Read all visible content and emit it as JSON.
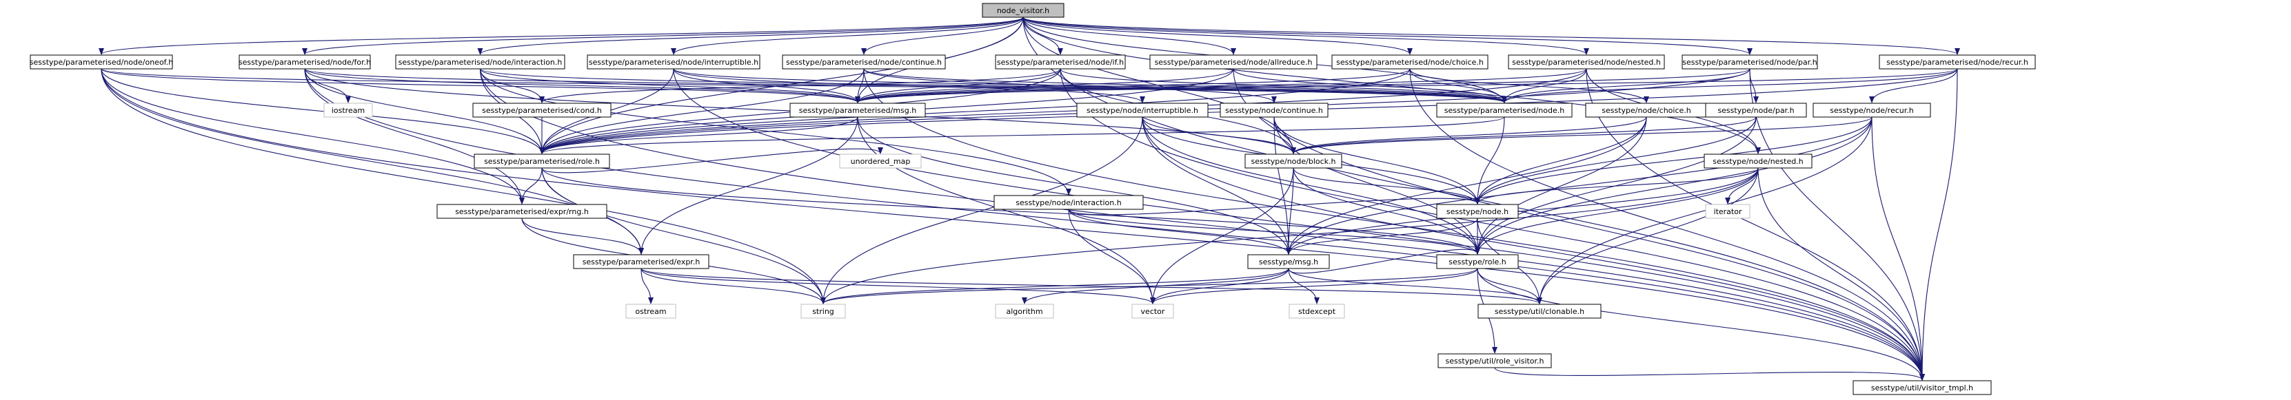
{
  "graph": {
    "colors": {
      "edge": "#191970",
      "root_fill": "#bfbfbf",
      "file_fill": "#ffffff",
      "file_border": "#000000",
      "system_border": "#bfbfbf",
      "system_text": "#555555"
    },
    "nodes": [
      {
        "id": "root",
        "label": "node_visitor.h",
        "kind": "root"
      },
      {
        "id": "p_oneof",
        "label": "sesstype/parameterised/node/oneof.h",
        "kind": "file"
      },
      {
        "id": "p_for",
        "label": "sesstype/parameterised/node/for.h",
        "kind": "file"
      },
      {
        "id": "p_interaction",
        "label": "sesstype/parameterised/node/interaction.h",
        "kind": "file"
      },
      {
        "id": "p_interruptible",
        "label": "sesstype/parameterised/node/interruptible.h",
        "kind": "file"
      },
      {
        "id": "p_continue",
        "label": "sesstype/parameterised/node/continue.h",
        "kind": "file"
      },
      {
        "id": "p_if",
        "label": "sesstype/parameterised/node/if.h",
        "kind": "file"
      },
      {
        "id": "p_allreduce",
        "label": "sesstype/parameterised/node/allreduce.h",
        "kind": "file"
      },
      {
        "id": "p_choice",
        "label": "sesstype/parameterised/node/choice.h",
        "kind": "file"
      },
      {
        "id": "p_nested",
        "label": "sesstype/parameterised/node/nested.h",
        "kind": "file"
      },
      {
        "id": "p_par",
        "label": "sesstype/parameterised/node/par.h",
        "kind": "file"
      },
      {
        "id": "p_recur",
        "label": "sesstype/parameterised/node/recur.h",
        "kind": "file"
      },
      {
        "id": "iostream",
        "label": "iostream",
        "kind": "system"
      },
      {
        "id": "p_cond",
        "label": "sesstype/parameterised/cond.h",
        "kind": "file"
      },
      {
        "id": "p_msg",
        "label": "sesstype/parameterised/msg.h",
        "kind": "file"
      },
      {
        "id": "n_interruptible",
        "label": "sesstype/node/interruptible.h",
        "kind": "file"
      },
      {
        "id": "n_continue",
        "label": "sesstype/node/continue.h",
        "kind": "file"
      },
      {
        "id": "p_node",
        "label": "sesstype/parameterised/node.h",
        "kind": "file"
      },
      {
        "id": "n_choice",
        "label": "sesstype/node/choice.h",
        "kind": "file"
      },
      {
        "id": "n_par",
        "label": "sesstype/node/par.h",
        "kind": "file"
      },
      {
        "id": "n_recur",
        "label": "sesstype/node/recur.h",
        "kind": "file"
      },
      {
        "id": "p_role",
        "label": "sesstype/parameterised/role.h",
        "kind": "file"
      },
      {
        "id": "unordered_map",
        "label": "unordered_map",
        "kind": "system"
      },
      {
        "id": "n_block",
        "label": "sesstype/node/block.h",
        "kind": "file"
      },
      {
        "id": "n_nested",
        "label": "sesstype/node/nested.h",
        "kind": "file"
      },
      {
        "id": "n_interaction",
        "label": "sesstype/node/interaction.h",
        "kind": "file"
      },
      {
        "id": "p_expr_rng",
        "label": "sesstype/parameterised/expr/rng.h",
        "kind": "file"
      },
      {
        "id": "node_h",
        "label": "sesstype/node.h",
        "kind": "file"
      },
      {
        "id": "iterator",
        "label": "iterator",
        "kind": "system"
      },
      {
        "id": "p_expr",
        "label": "sesstype/parameterised/expr.h",
        "kind": "file"
      },
      {
        "id": "msg_h",
        "label": "sesstype/msg.h",
        "kind": "file"
      },
      {
        "id": "role_h",
        "label": "sesstype/role.h",
        "kind": "file"
      },
      {
        "id": "ostream",
        "label": "ostream",
        "kind": "system"
      },
      {
        "id": "string",
        "label": "string",
        "kind": "system"
      },
      {
        "id": "algorithm",
        "label": "algorithm",
        "kind": "system"
      },
      {
        "id": "vector",
        "label": "vector",
        "kind": "system"
      },
      {
        "id": "stdexcept",
        "label": "stdexcept",
        "kind": "system"
      },
      {
        "id": "cloneable",
        "label": "sesstype/util/clonable.h",
        "kind": "file"
      },
      {
        "id": "role_visitor",
        "label": "sesstype/util/role_visitor.h",
        "kind": "file"
      },
      {
        "id": "visitor_tmpl",
        "label": "sesstype/util/visitor_tmpl.h",
        "kind": "file"
      }
    ],
    "edges": [
      [
        "root",
        "p_oneof"
      ],
      [
        "root",
        "p_for"
      ],
      [
        "root",
        "p_interaction"
      ],
      [
        "root",
        "p_interruptible"
      ],
      [
        "root",
        "p_continue"
      ],
      [
        "root",
        "p_if"
      ],
      [
        "root",
        "p_allreduce"
      ],
      [
        "root",
        "p_choice"
      ],
      [
        "root",
        "p_nested"
      ],
      [
        "root",
        "p_par"
      ],
      [
        "root",
        "p_recur"
      ],
      [
        "root",
        "p_msg"
      ],
      [
        "root",
        "p_node"
      ],
      [
        "root",
        "p_role"
      ],
      [
        "root",
        "n_block"
      ],
      [
        "root",
        "n_nested"
      ],
      [
        "root",
        "visitor_tmpl"
      ],
      [
        "p_oneof",
        "p_msg"
      ],
      [
        "p_oneof",
        "p_node"
      ],
      [
        "p_oneof",
        "p_role"
      ],
      [
        "p_oneof",
        "p_expr_rng"
      ],
      [
        "p_oneof",
        "p_expr"
      ],
      [
        "p_oneof",
        "string"
      ],
      [
        "p_oneof",
        "visitor_tmpl"
      ],
      [
        "p_for",
        "iostream"
      ],
      [
        "p_for",
        "p_msg"
      ],
      [
        "p_for",
        "p_node"
      ],
      [
        "p_for",
        "p_role"
      ],
      [
        "p_for",
        "p_expr_rng"
      ],
      [
        "p_for",
        "n_block"
      ],
      [
        "p_for",
        "visitor_tmpl"
      ],
      [
        "p_interaction",
        "p_cond"
      ],
      [
        "p_interaction",
        "p_msg"
      ],
      [
        "p_interaction",
        "p_node"
      ],
      [
        "p_interaction",
        "p_role"
      ],
      [
        "p_interaction",
        "n_interaction"
      ],
      [
        "p_interaction",
        "visitor_tmpl"
      ],
      [
        "p_interruptible",
        "p_msg"
      ],
      [
        "p_interruptible",
        "p_node"
      ],
      [
        "p_interruptible",
        "p_role"
      ],
      [
        "p_interruptible",
        "n_interruptible"
      ],
      [
        "p_interruptible",
        "visitor_tmpl"
      ],
      [
        "p_continue",
        "p_msg"
      ],
      [
        "p_continue",
        "p_node"
      ],
      [
        "p_continue",
        "p_role"
      ],
      [
        "p_continue",
        "n_continue"
      ],
      [
        "p_continue",
        "visitor_tmpl"
      ],
      [
        "p_if",
        "p_cond"
      ],
      [
        "p_if",
        "p_msg"
      ],
      [
        "p_if",
        "p_node"
      ],
      [
        "p_if",
        "p_role"
      ],
      [
        "p_if",
        "n_block"
      ],
      [
        "p_if",
        "visitor_tmpl"
      ],
      [
        "p_allreduce",
        "p_msg"
      ],
      [
        "p_allreduce",
        "p_node"
      ],
      [
        "p_allreduce",
        "p_role"
      ],
      [
        "p_allreduce",
        "visitor_tmpl"
      ],
      [
        "p_choice",
        "p_msg"
      ],
      [
        "p_choice",
        "p_node"
      ],
      [
        "p_choice",
        "p_role"
      ],
      [
        "p_choice",
        "n_choice"
      ],
      [
        "p_choice",
        "visitor_tmpl"
      ],
      [
        "p_nested",
        "p_msg"
      ],
      [
        "p_nested",
        "p_node"
      ],
      [
        "p_nested",
        "p_role"
      ],
      [
        "p_nested",
        "n_nested"
      ],
      [
        "p_nested",
        "visitor_tmpl"
      ],
      [
        "p_par",
        "p_msg"
      ],
      [
        "p_par",
        "p_node"
      ],
      [
        "p_par",
        "p_role"
      ],
      [
        "p_par",
        "n_par"
      ],
      [
        "p_par",
        "visitor_tmpl"
      ],
      [
        "p_recur",
        "p_msg"
      ],
      [
        "p_recur",
        "p_node"
      ],
      [
        "p_recur",
        "p_role"
      ],
      [
        "p_recur",
        "n_recur"
      ],
      [
        "p_recur",
        "visitor_tmpl"
      ],
      [
        "p_cond",
        "p_role"
      ],
      [
        "p_msg",
        "p_role"
      ],
      [
        "p_msg",
        "p_expr"
      ],
      [
        "p_msg",
        "msg_h"
      ],
      [
        "p_msg",
        "vector"
      ],
      [
        "p_node",
        "node_h"
      ],
      [
        "p_node",
        "p_role"
      ],
      [
        "p_role",
        "p_expr_rng"
      ],
      [
        "p_role",
        "p_expr"
      ],
      [
        "p_role",
        "role_h"
      ],
      [
        "p_role",
        "unordered_map"
      ],
      [
        "p_role",
        "string"
      ],
      [
        "p_expr_rng",
        "p_expr"
      ],
      [
        "p_expr_rng",
        "string"
      ],
      [
        "p_expr",
        "ostream"
      ],
      [
        "p_expr",
        "string"
      ],
      [
        "p_expr",
        "cloneable"
      ],
      [
        "p_expr",
        "vector"
      ],
      [
        "n_interruptible",
        "n_block"
      ],
      [
        "n_interruptible",
        "node_h"
      ],
      [
        "n_interruptible",
        "msg_h"
      ],
      [
        "n_interruptible",
        "role_h"
      ],
      [
        "n_interruptible",
        "string"
      ],
      [
        "n_interruptible",
        "visitor_tmpl"
      ],
      [
        "n_continue",
        "node_h"
      ],
      [
        "n_continue",
        "msg_h"
      ],
      [
        "n_continue",
        "role_h"
      ],
      [
        "n_continue",
        "n_block"
      ],
      [
        "n_choice",
        "n_block"
      ],
      [
        "n_choice",
        "node_h"
      ],
      [
        "n_choice",
        "role_h"
      ],
      [
        "n_choice",
        "msg_h"
      ],
      [
        "n_par",
        "n_block"
      ],
      [
        "n_par",
        "node_h"
      ],
      [
        "n_par",
        "role_h"
      ],
      [
        "n_recur",
        "n_block"
      ],
      [
        "n_recur",
        "node_h"
      ],
      [
        "n_recur",
        "role_h"
      ],
      [
        "n_recur",
        "msg_h"
      ],
      [
        "n_recur",
        "cloneable"
      ],
      [
        "n_recur",
        "visitor_tmpl"
      ],
      [
        "n_block",
        "node_h"
      ],
      [
        "n_block",
        "msg_h"
      ],
      [
        "n_block",
        "role_h"
      ],
      [
        "n_block",
        "vector"
      ],
      [
        "n_nested",
        "node_h"
      ],
      [
        "n_nested",
        "msg_h"
      ],
      [
        "n_nested",
        "role_h"
      ],
      [
        "n_nested",
        "iterator"
      ],
      [
        "n_nested",
        "string"
      ],
      [
        "n_nested",
        "cloneable"
      ],
      [
        "n_nested",
        "visitor_tmpl"
      ],
      [
        "n_interaction",
        "node_h"
      ],
      [
        "n_interaction",
        "msg_h"
      ],
      [
        "n_interaction",
        "role_h"
      ],
      [
        "n_interaction",
        "vector"
      ],
      [
        "node_h",
        "msg_h"
      ],
      [
        "node_h",
        "role_h"
      ],
      [
        "node_h",
        "cloneable"
      ],
      [
        "msg_h",
        "role_h"
      ],
      [
        "msg_h",
        "string"
      ],
      [
        "msg_h",
        "vector"
      ],
      [
        "msg_h",
        "algorithm"
      ],
      [
        "msg_h",
        "stdexcept"
      ],
      [
        "msg_h",
        "cloneable"
      ],
      [
        "role_h",
        "string"
      ],
      [
        "role_h",
        "cloneable"
      ],
      [
        "role_h",
        "role_visitor"
      ],
      [
        "role_h",
        "visitor_tmpl"
      ],
      [
        "role_h",
        "vector"
      ],
      [
        "role_visitor",
        "visitor_tmpl"
      ]
    ]
  }
}
